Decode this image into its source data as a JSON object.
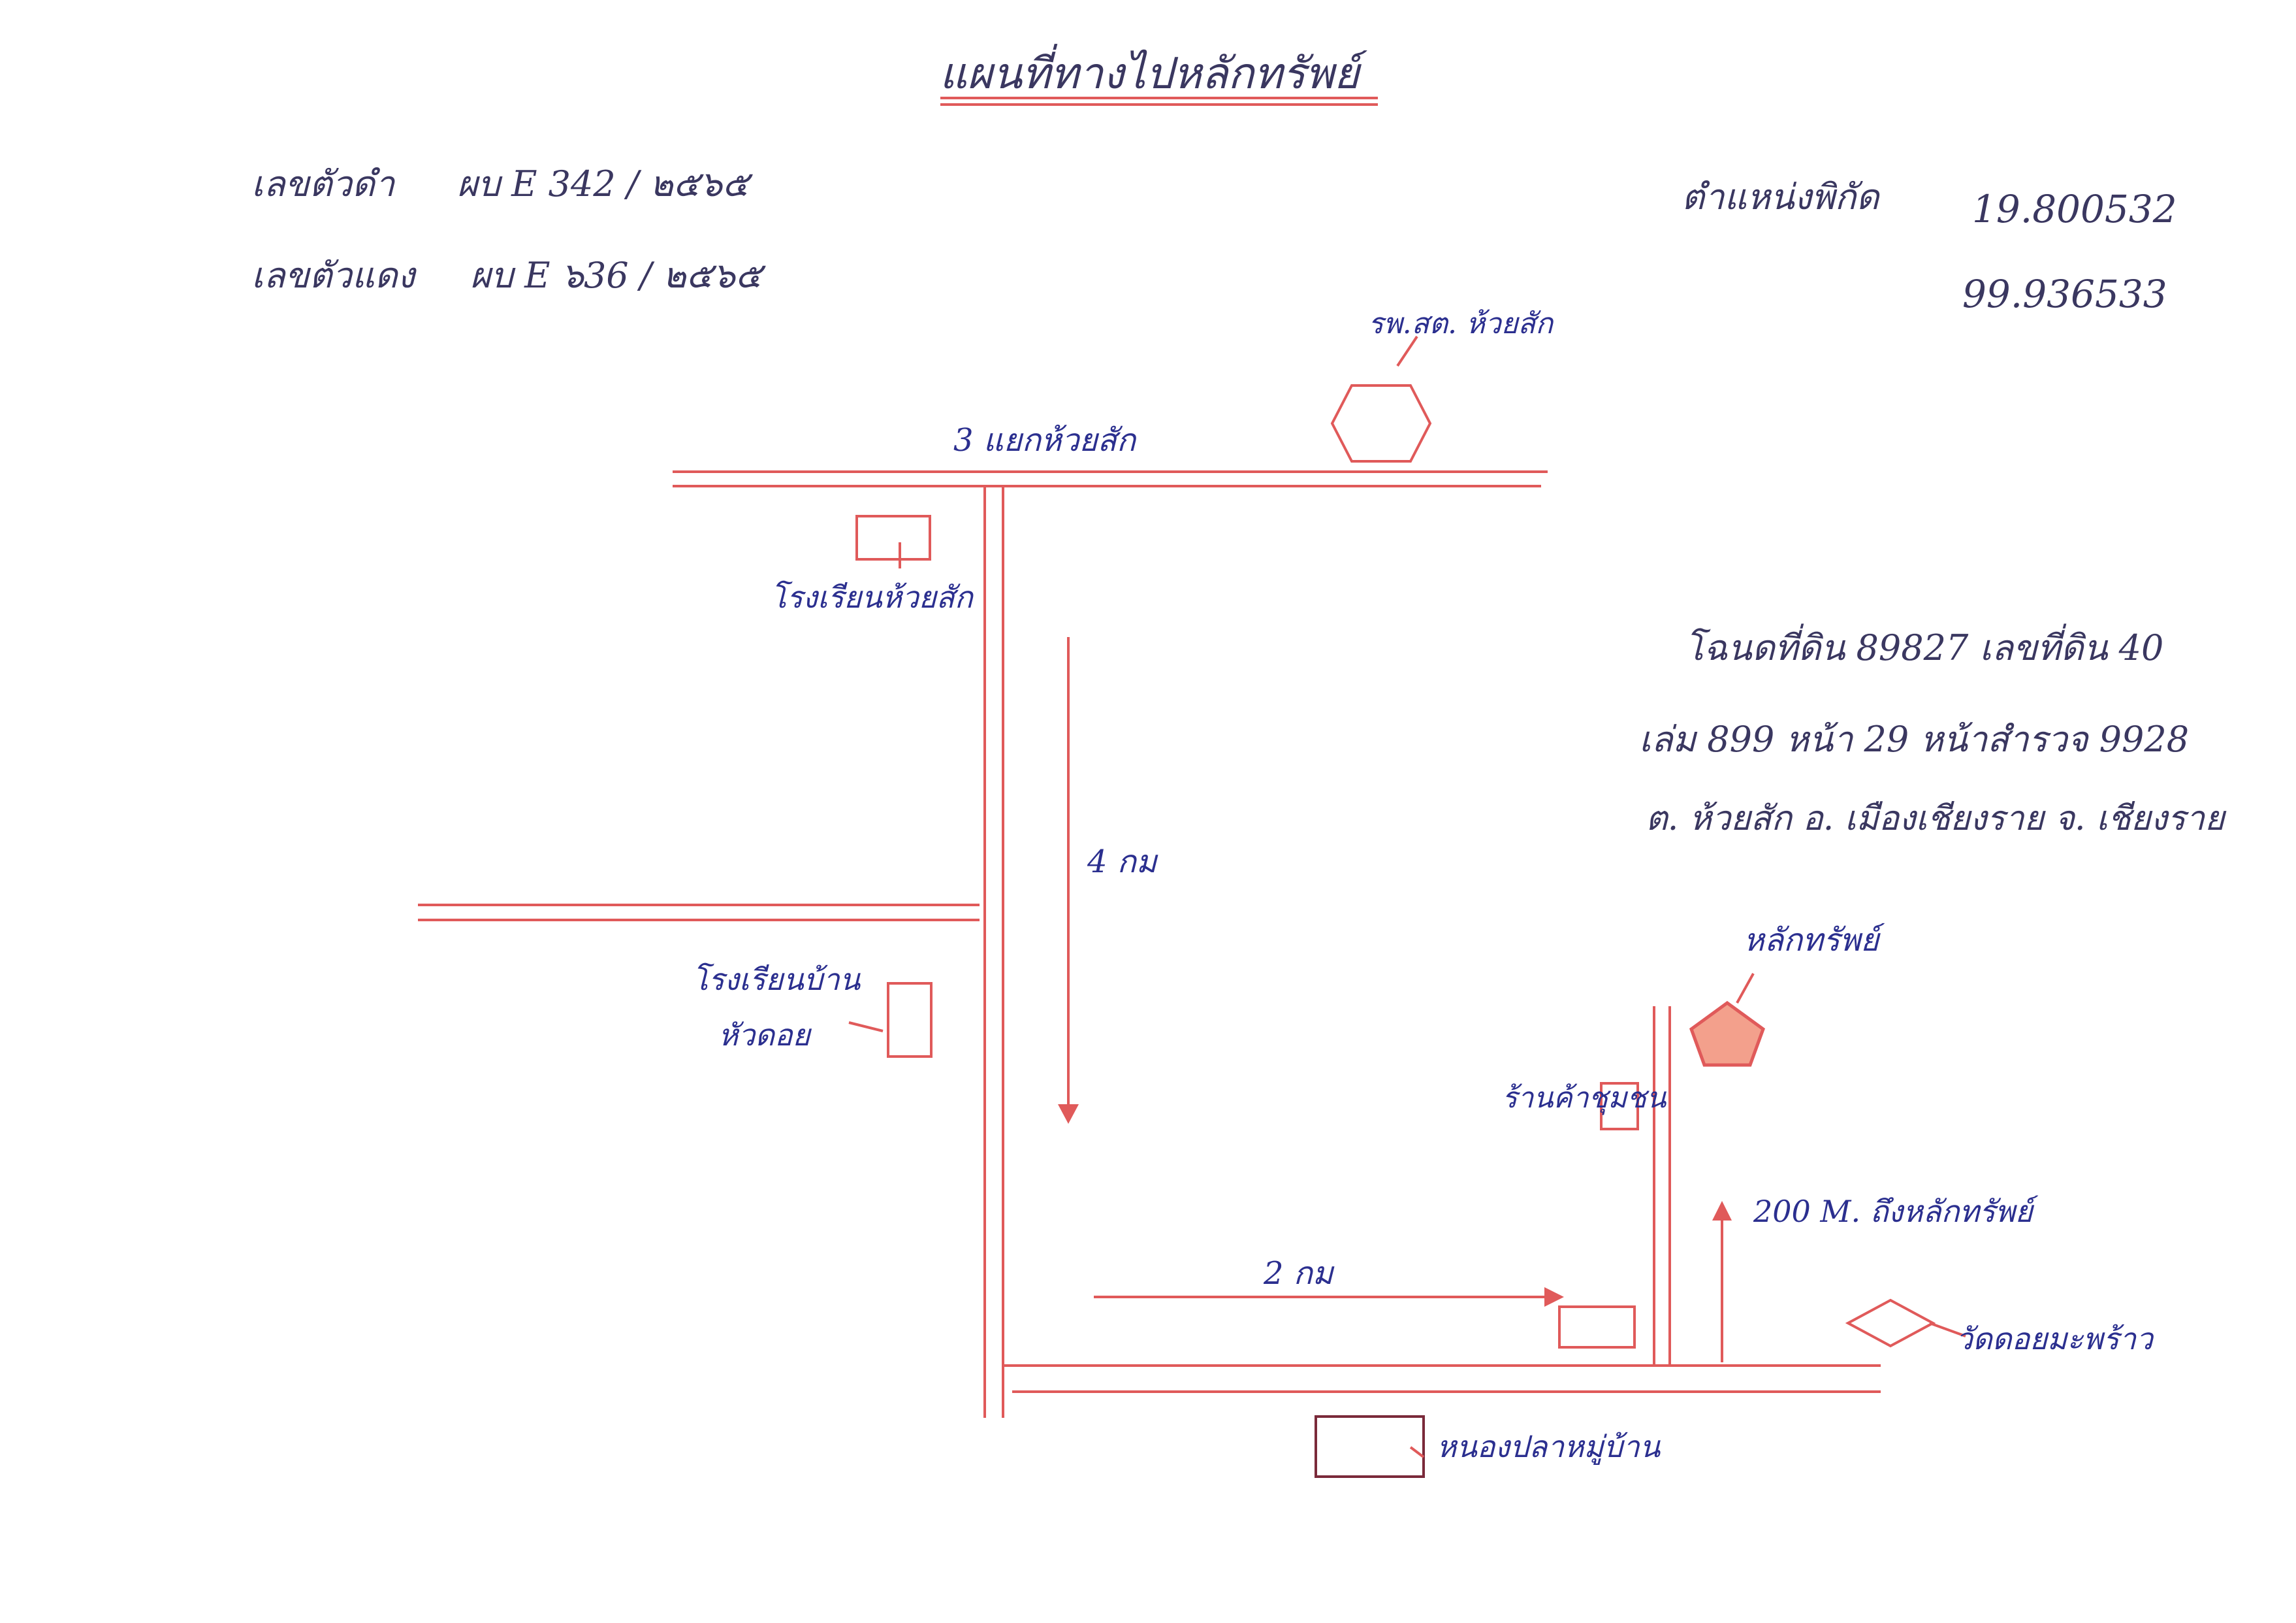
{
  "title": "แผนที่ทางไปหลักทรัพย์",
  "header_left": {
    "line1_label": "เลขตัวดำ",
    "line1_value": "ผบ E 342 / ๒๕๖๕",
    "line2_label": "เลขตัวแดง",
    "line2_value": "ผบ E ๖36 / ๒๕๖๕"
  },
  "coordinates": {
    "label": "ตำแหน่งพิกัด",
    "lat": "19.800532",
    "lon": "99.936533"
  },
  "deed": {
    "line1": "โฉนดที่ดิน 89827 เลขที่ดิน 40",
    "line2": "เล่ม 899 หน้า 29 หน้าสำรวจ 9928",
    "line3": "ต. ห้วยสัก อ. เมืองเชียงราย จ. เชียงราย"
  },
  "map": {
    "hospital_label": "รพ.สต. ห้วยสัก",
    "junction_label": "3 แยกห้วยสัก",
    "school1_label": "โรงเรียนห้วยสัก",
    "school2_label_line1": "โรงเรียนบ้าน",
    "school2_label_line2": "หัวดอย",
    "distance1": "4 กม",
    "distance2": "2 กม",
    "shop_label": "ร้านค้าชุมชน",
    "property_label": "หลักทรัพย์",
    "distance3": "200 M. ถึงหลักทรัพย์",
    "temple_label": "วัดดอยมะพร้าว",
    "pond_label": "หนองปลาหมู่บ้าน"
  },
  "colors": {
    "road": "#e05a5a",
    "ink_blue": "#2b2f8f",
    "ink_dark": "#3a3760",
    "property_fill": "#f3a08c"
  }
}
